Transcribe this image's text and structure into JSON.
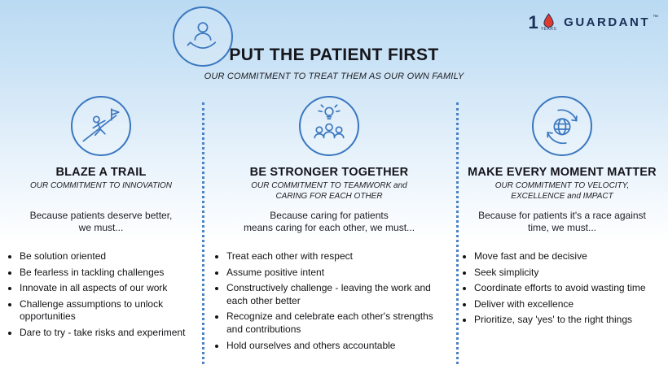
{
  "colors": {
    "accent_blue": "#3a77bf",
    "heading_text": "#15151b",
    "logo_navy": "#1b2f57",
    "logo_drop_red": "#e03a2f",
    "background_top_blue": "#badaf3"
  },
  "header": {
    "title": "PUT THE PATIENT FIRST",
    "subtitle": "OUR COMMITMENT TO TREAT THEM AS OUR OWN FAMILY"
  },
  "logo": {
    "digit": "1",
    "years_label": "YEARS",
    "brand": "GUARDANT",
    "trademark": "™"
  },
  "columns": [
    {
      "icon": "blaze-trail-icon",
      "title": "BLAZE A TRAIL",
      "subtitle": "OUR COMMITMENT TO INNOVATION",
      "intro": "Because patients deserve better,\nwe must...",
      "bullets": [
        "Be solution oriented",
        "Be fearless in tackling challenges",
        "Innovate in all aspects of our work",
        "Challenge assumptions to unlock opportunities",
        "Dare to try - take risks and experiment"
      ]
    },
    {
      "icon": "team-lightbulb-icon",
      "title": "BE STRONGER TOGETHER",
      "subtitle": "OUR COMMITMENT TO TEAMWORK and\nCARING FOR EACH OTHER",
      "intro": "Because caring for patients\nmeans caring for each other, we must...",
      "bullets": [
        "Treat each other with respect",
        "Assume positive intent",
        "Constructively challenge - leaving the work and each other better",
        "Recognize and celebrate each other's strengths and contributions",
        "Hold ourselves and others accountable"
      ]
    },
    {
      "icon": "globe-arrows-icon",
      "title": "MAKE EVERY MOMENT MATTER",
      "subtitle": "OUR COMMITMENT TO VELOCITY,\nEXCELLENCE and IMPACT",
      "intro": "Because for patients it's a race against\ntime, we must...",
      "bullets": [
        "Move fast and be decisive",
        "Seek simplicity",
        "Coordinate efforts to avoid wasting time",
        "Deliver with excellence",
        "Prioritize, say 'yes' to the right things"
      ]
    }
  ]
}
